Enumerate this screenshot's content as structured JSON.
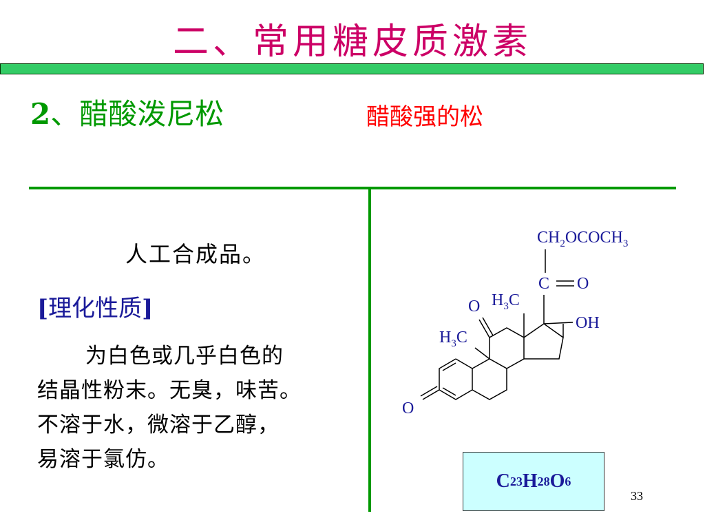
{
  "slide": {
    "title": "二、常用糖皮质激素",
    "subtitle_num": "2",
    "subtitle_text": "、醋酸泼尼松",
    "alias": "醋酸强的松",
    "line1": "人工合成品。",
    "section_open": "[",
    "section_label": "理化性质",
    "section_close": "]",
    "para_line1": "为白色或几乎白色的",
    "para_line2": "结晶性粉末。无臭，味苦。",
    "para_line3": "不溶于水，微溶于乙醇，",
    "para_line4": "易溶于氯仿。",
    "page_number": "33"
  },
  "structure": {
    "label_side_chain_a": "CH",
    "label_side_chain_sub2": "2",
    "label_side_chain_b": "OCOCH",
    "label_side_chain_sub3": "3",
    "label_c": "C",
    "label_o_carbonyl": "O",
    "label_o_11": "O",
    "label_h3c_upper_a": "H",
    "label_h3c_upper_sub": "3",
    "label_h3c_upper_b": "C",
    "label_h3c_lower_a": "H",
    "label_h3c_lower_sub": "3",
    "label_h3c_lower_b": "C",
    "label_oh": "OH",
    "label_o_3": "O"
  },
  "formula": {
    "c": "C",
    "c_sub": "23",
    "h": "H",
    "h_sub": "28",
    "o": "O",
    "o_sub": "6"
  },
  "colors": {
    "title": "#cc0066",
    "bar": "#33cc66",
    "green": "#009900",
    "alias": "#ff0000",
    "navy": "#1a1a99",
    "formula_bg": "#ccffff"
  }
}
